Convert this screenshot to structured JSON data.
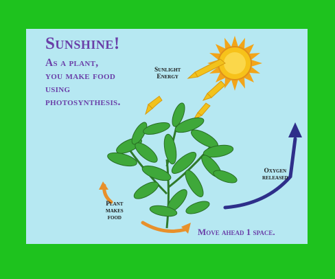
{
  "card": {
    "title": "Sunshine!",
    "lines": [
      "As a plant,",
      "you make food",
      "using",
      "photosynthesis."
    ],
    "labels": {
      "sunlight": [
        "Sunlight",
        "Energy"
      ],
      "oxygen": [
        "Oxygen",
        "released"
      ],
      "plant_food": [
        "Plant",
        "makes",
        "food"
      ]
    },
    "action": "Move ahead 1 space."
  },
  "colors": {
    "border": "#1ec21e",
    "card_bg": "#b6e8f2",
    "title_text": "#6a3fa8",
    "sun": "#f7c21a",
    "arrow_yellow": "#f2c21c",
    "arrow_orange": "#e8902a",
    "arrow_purple": "#2e2f8a",
    "leaf": "#3fa83a"
  }
}
